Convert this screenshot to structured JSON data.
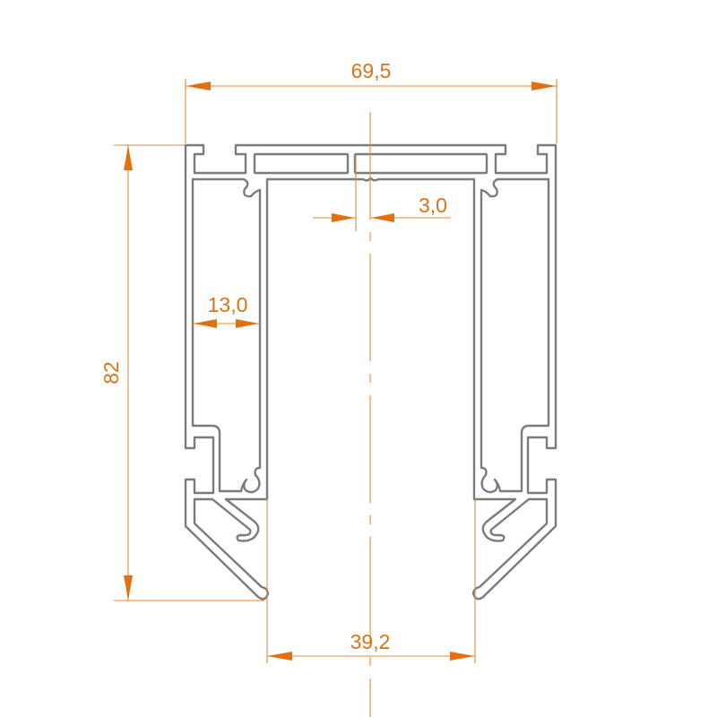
{
  "drawing": {
    "title": "Aluminium profile cross-section",
    "dimensions": {
      "overall_width": "69,5",
      "overall_height": "82",
      "slot_width": "3,0",
      "side_chamber_width": "13,0",
      "opening_width": "39,2"
    },
    "colors": {
      "profile": "#7b7b7b",
      "dimension": "#e2700f"
    }
  }
}
